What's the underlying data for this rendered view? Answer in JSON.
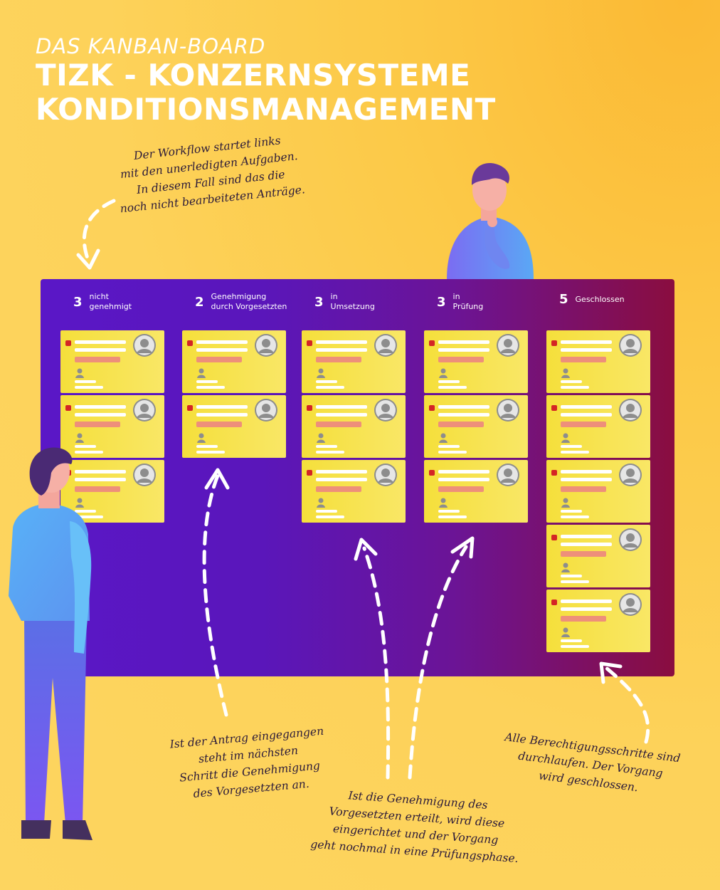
{
  "header": {
    "subtitle": "DAS KANBAN-BOARD",
    "title_line1": "TIZK - KONZERNSYSTEME",
    "title_line2": "KONDITIONSMANAGEMENT"
  },
  "notes": {
    "start": "Der Workflow startet links\nmit den unerledigten Aufgaben.\nIn diesem Fall sind das die\nnoch nicht bearbeiteten Anträge.",
    "approval": "Ist der Antrag eingegangen\nsteht im nächsten\nSchritt die Genehmigung\ndes Vorgesetzten an.",
    "review": "Ist die Genehmigung des\nVorgesetzten erteilt, wird diese\neingerichtet und der Vorgang\ngeht nochmal in eine Prüfungsphase.",
    "closed": "Alle Berechtigungsschritte sind\ndurchlaufen. Der Vorgang\nwird geschlossen."
  },
  "columns": [
    {
      "count": "3",
      "label": "nicht\ngenehmigt",
      "cards": 3
    },
    {
      "count": "2",
      "label": "Genehmigung\ndurch Vorgesetzten",
      "cards": 2
    },
    {
      "count": "3",
      "label": "in\nUmsetzung",
      "cards": 3
    },
    {
      "count": "3",
      "label": "in\nPrüfung",
      "cards": 3
    },
    {
      "count": "5",
      "label": "Geschlossen",
      "cards": 5
    }
  ],
  "colors": {
    "board_start": "#5a17c7",
    "board_end": "#8a0d3f",
    "card": "#f5df3b",
    "flag": "#d42525",
    "tag": "#ee8f7a",
    "background": "#fdd25a"
  },
  "icons": [
    "user-avatar-icon",
    "person-icon",
    "priority-flag-icon",
    "dashed-arrow-icon"
  ]
}
